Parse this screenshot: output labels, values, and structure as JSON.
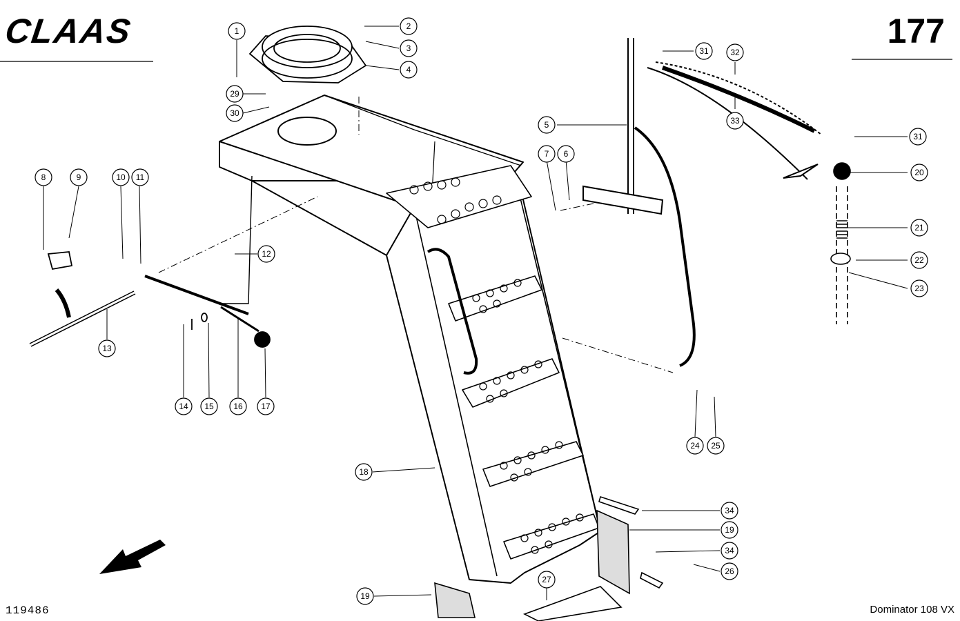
{
  "header": {
    "brand": "CLAAS",
    "page_number": "177"
  },
  "footer": {
    "document_number": "119486",
    "model": "Dominator 108 VX"
  },
  "callouts": [
    "1",
    "2",
    "3",
    "4",
    "29",
    "30",
    "5",
    "6",
    "7",
    "31",
    "32",
    "33",
    "31",
    "20",
    "21",
    "22",
    "23",
    "8",
    "9",
    "10",
    "11",
    "12",
    "13",
    "14",
    "15",
    "16",
    "17",
    "18",
    "24",
    "25",
    "34",
    "19",
    "34",
    "26",
    "19",
    "27"
  ]
}
